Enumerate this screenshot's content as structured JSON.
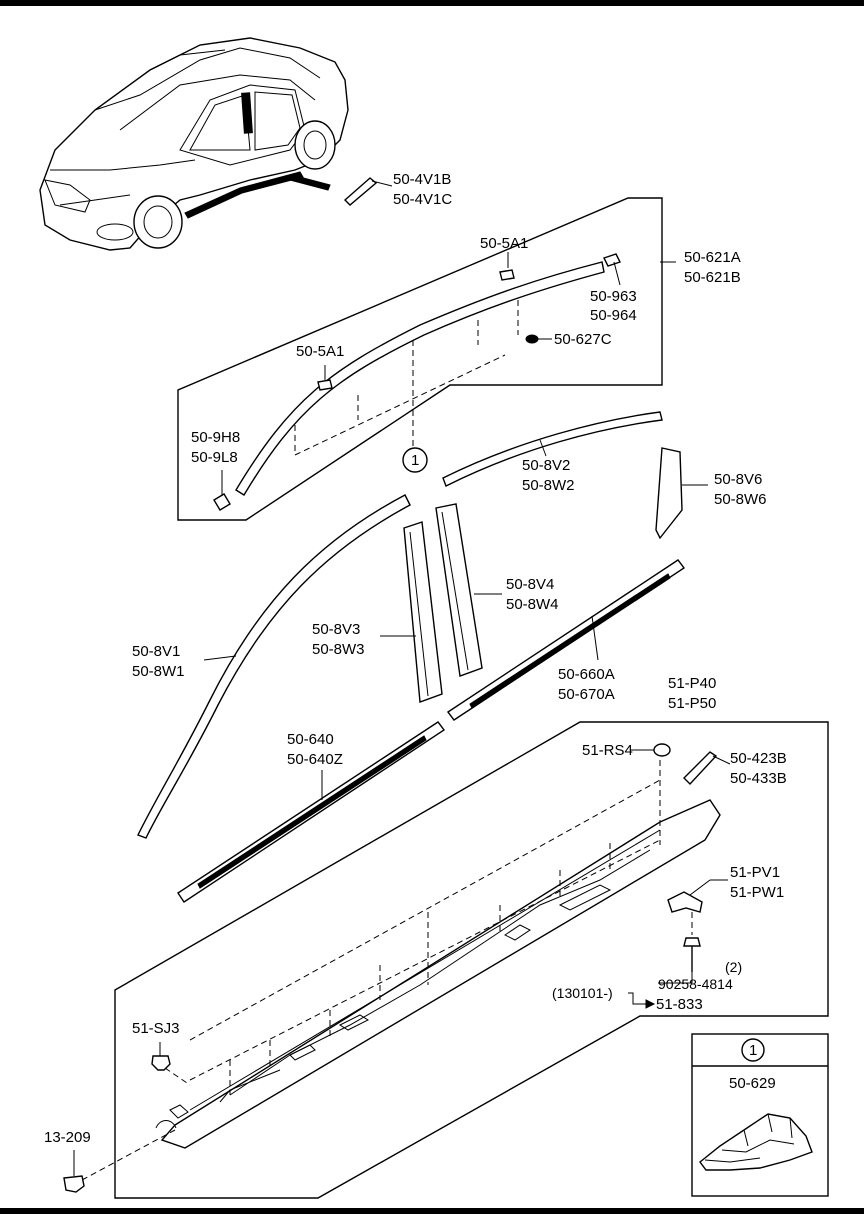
{
  "callouts": {
    "c1": "50-4V1B",
    "c2": "50-4V1C",
    "c3": "50-5A1",
    "c4": "50-621A",
    "c5": "50-621B",
    "c6": "50-963",
    "c7": "50-964",
    "c8": "50-627C",
    "c9": "50-5A1",
    "c10": "50-9H8",
    "c11": "50-9L8",
    "c12": "50-8V2",
    "c13": "50-8W2",
    "c14": "50-8V6",
    "c15": "50-8W6",
    "c16": "50-8V4",
    "c17": "50-8W4",
    "c18": "50-8V3",
    "c19": "50-8W3",
    "c20": "50-8V1",
    "c21": "50-8W1",
    "c22": "50-660A",
    "c23": "50-670A",
    "c24": "51-P40",
    "c25": "51-P50",
    "c26": "50-640",
    "c27": "50-640Z",
    "c28": "51-RS4",
    "c29": "50-423B",
    "c30": "50-433B",
    "c31": "51-PV1",
    "c32": "51-PW1",
    "c33": "(2)",
    "c34": "90258-4814",
    "c35": "(130101-)",
    "c36": "51-833",
    "c37": "51-SJ3",
    "c38": "13-209"
  },
  "ref_marker": "1",
  "inset": {
    "marker": "1",
    "part": "50-629"
  }
}
